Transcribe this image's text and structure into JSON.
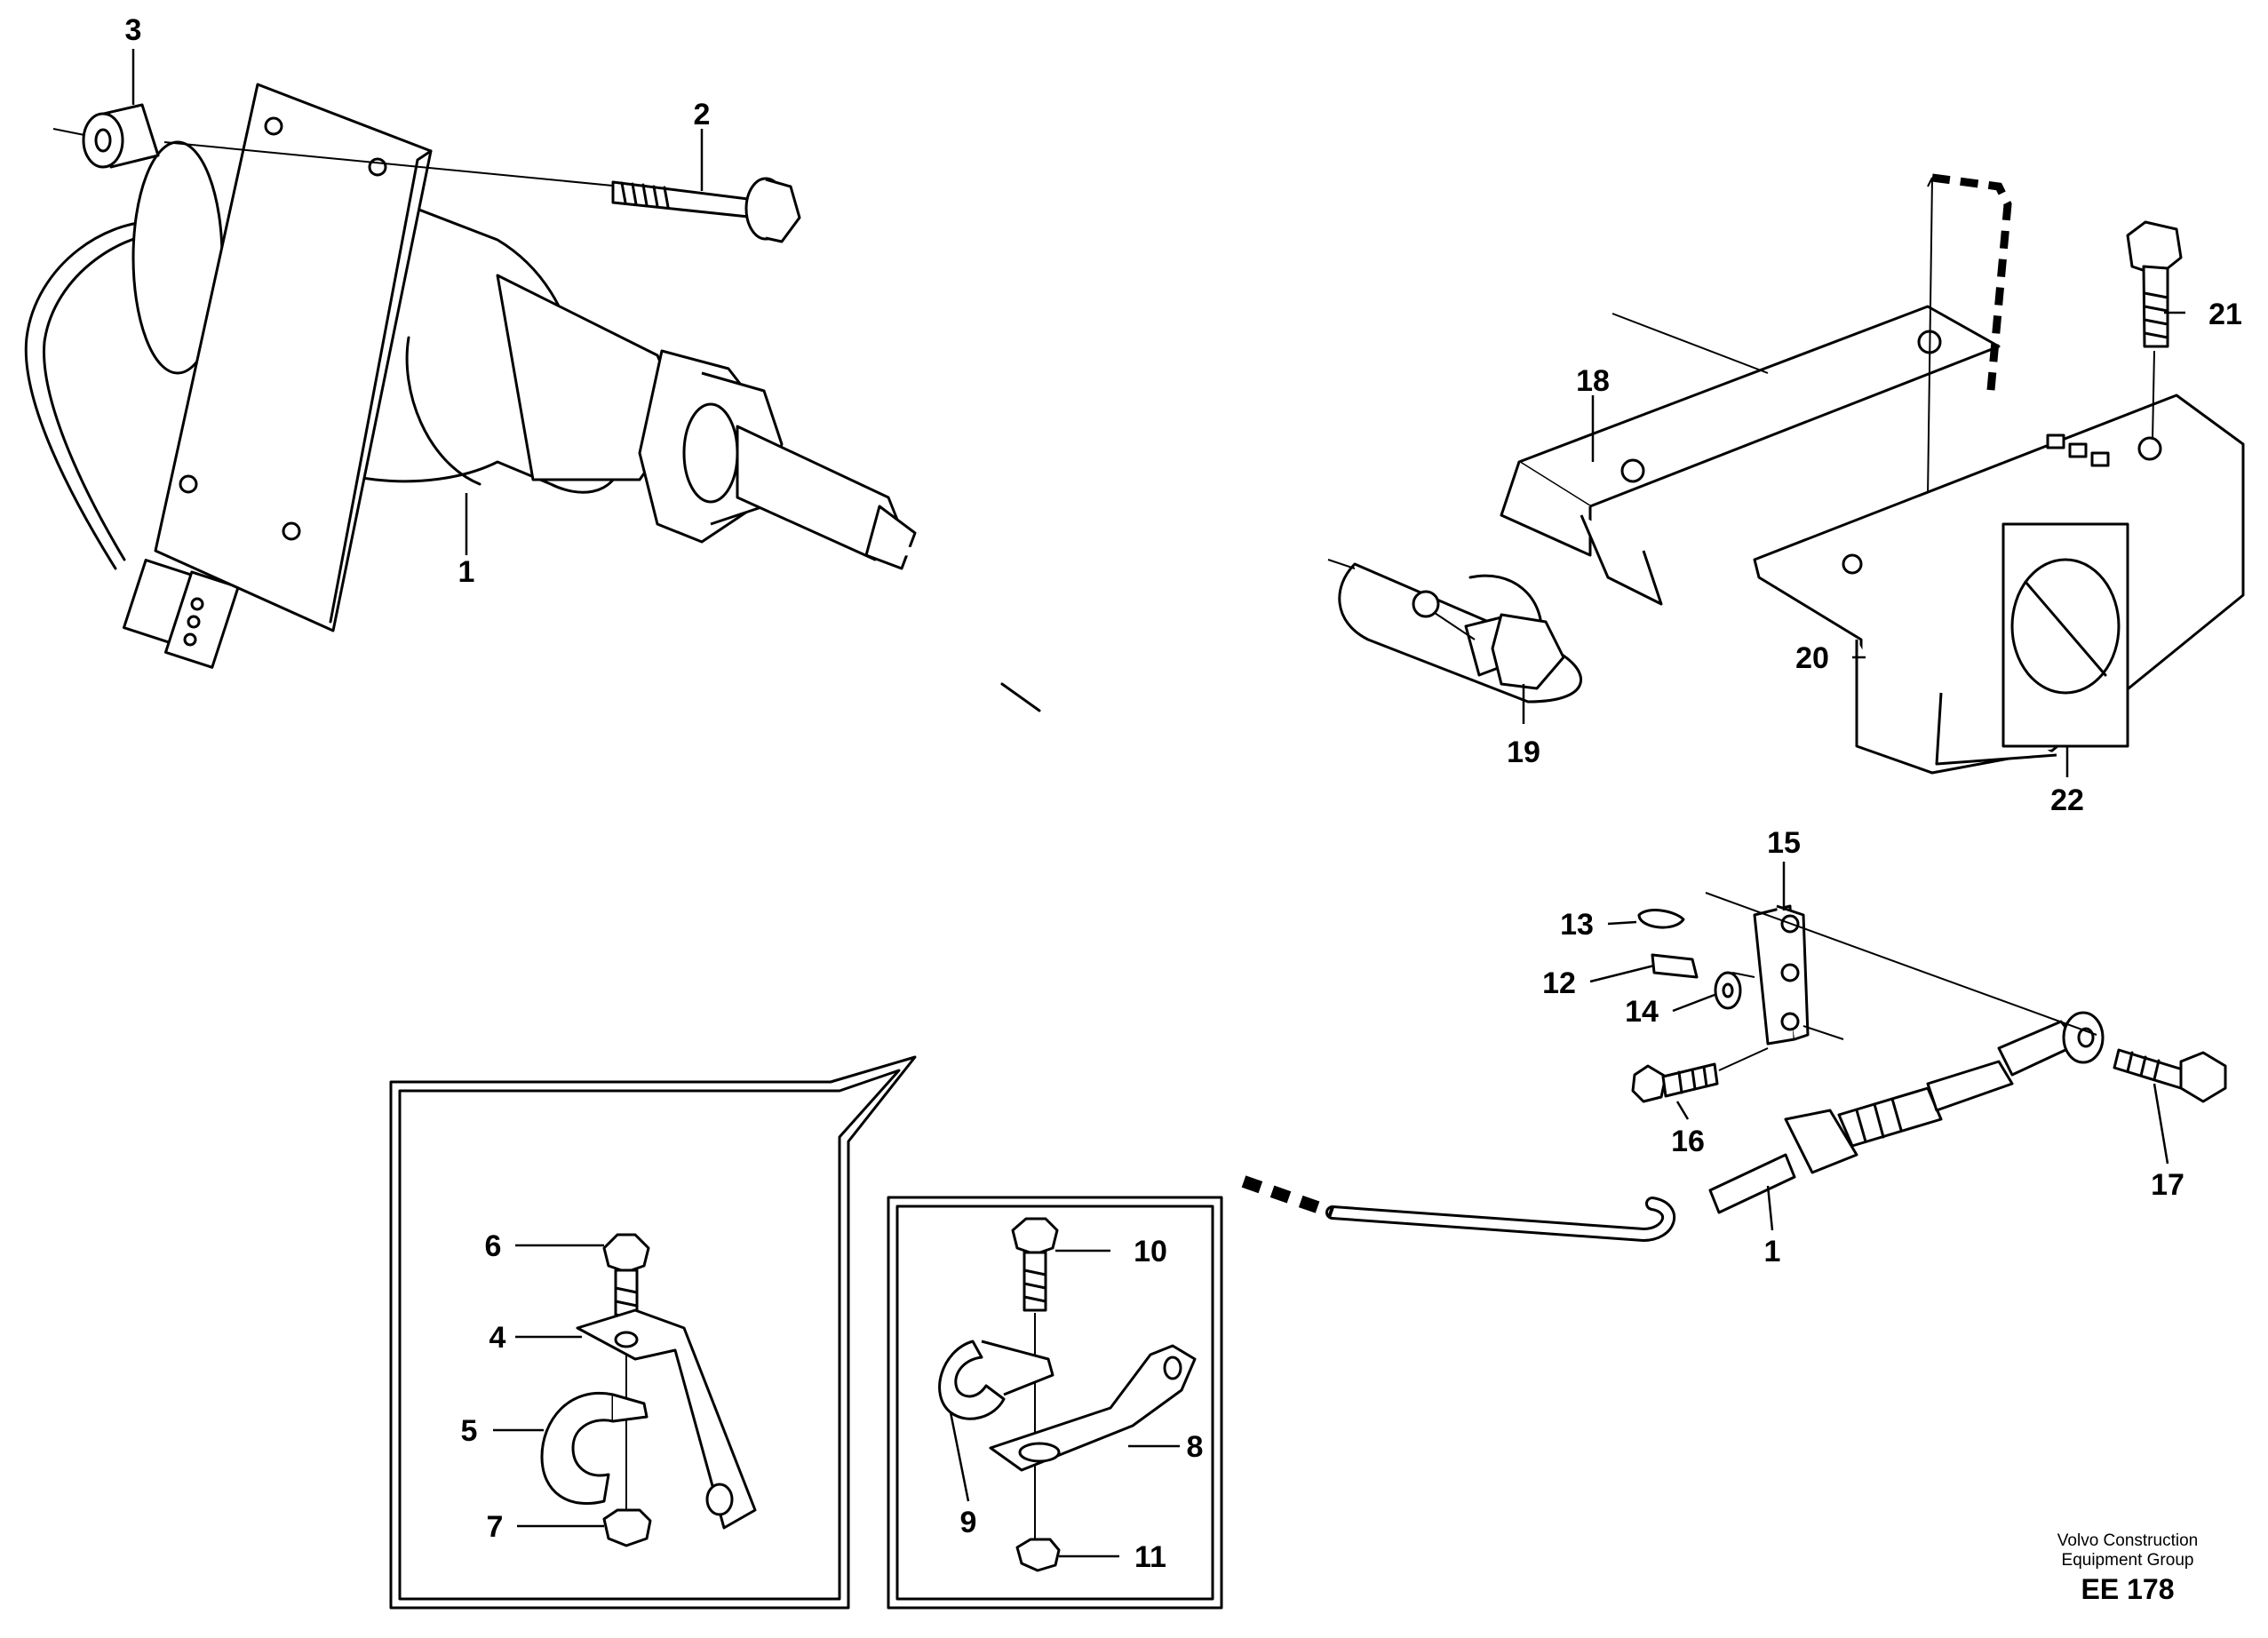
{
  "callouts": [
    {
      "id": "c3",
      "text": "3"
    },
    {
      "id": "c2",
      "text": "2"
    },
    {
      "id": "c1a",
      "text": "1"
    },
    {
      "id": "c18",
      "text": "18"
    },
    {
      "id": "c21",
      "text": "21"
    },
    {
      "id": "c20",
      "text": "20"
    },
    {
      "id": "c19",
      "text": "19"
    },
    {
      "id": "c22",
      "text": "22"
    },
    {
      "id": "c15",
      "text": "15"
    },
    {
      "id": "c13",
      "text": "13"
    },
    {
      "id": "c12",
      "text": "12"
    },
    {
      "id": "c14",
      "text": "14"
    },
    {
      "id": "c16",
      "text": "16"
    },
    {
      "id": "c17",
      "text": "17"
    },
    {
      "id": "c1b",
      "text": "1"
    },
    {
      "id": "c6",
      "text": "6"
    },
    {
      "id": "c4",
      "text": "4"
    },
    {
      "id": "c5",
      "text": "5"
    },
    {
      "id": "c7",
      "text": "7"
    },
    {
      "id": "c10",
      "text": "10"
    },
    {
      "id": "c8",
      "text": "8"
    },
    {
      "id": "c9",
      "text": "9"
    },
    {
      "id": "c11",
      "text": "11"
    }
  ],
  "footer": {
    "company_line1": "Volvo Construction",
    "company_line2": "Equipment Group",
    "figure_code": "EE 178"
  }
}
